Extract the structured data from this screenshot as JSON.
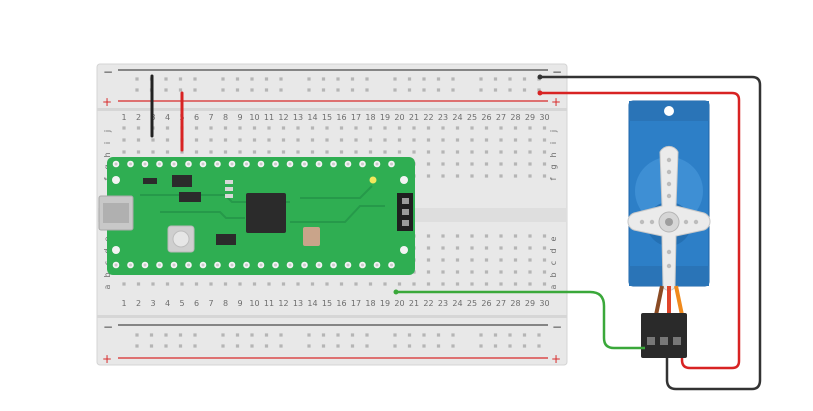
{
  "breadboard": {
    "column_numbers": [
      "1",
      "2",
      "3",
      "4",
      "5",
      "6",
      "7",
      "8",
      "9",
      "10",
      "11",
      "12",
      "13",
      "14",
      "15",
      "16",
      "17",
      "18",
      "19",
      "20",
      "21",
      "22",
      "23",
      "24",
      "25",
      "26",
      "27",
      "28",
      "29",
      "30"
    ],
    "top_row_letters": [
      "j",
      "i",
      "h",
      "g",
      "f"
    ],
    "bottom_row_letters": [
      "e",
      "d",
      "c",
      "b",
      "a"
    ],
    "rail_signs": {
      "minus": "−",
      "plus": "+"
    }
  },
  "colors": {
    "board": "#e8e8e8",
    "hole": "#b5b5b5",
    "rail_red": "#d82a2a",
    "rail_black": "#4a4a4a",
    "pcb": "#2fae52",
    "pcb_trace": "#26994a",
    "servo_body": "#2d7fc7",
    "horn": "#ebebeb",
    "wire_black": "#333333",
    "wire_red": "#d82323",
    "wire_green": "#3aa83a",
    "servo_wire_brown": "#8a4b24",
    "servo_wire_red": "#e0452b",
    "servo_wire_orange": "#f08a1c",
    "connector": "#2a2a2a"
  }
}
